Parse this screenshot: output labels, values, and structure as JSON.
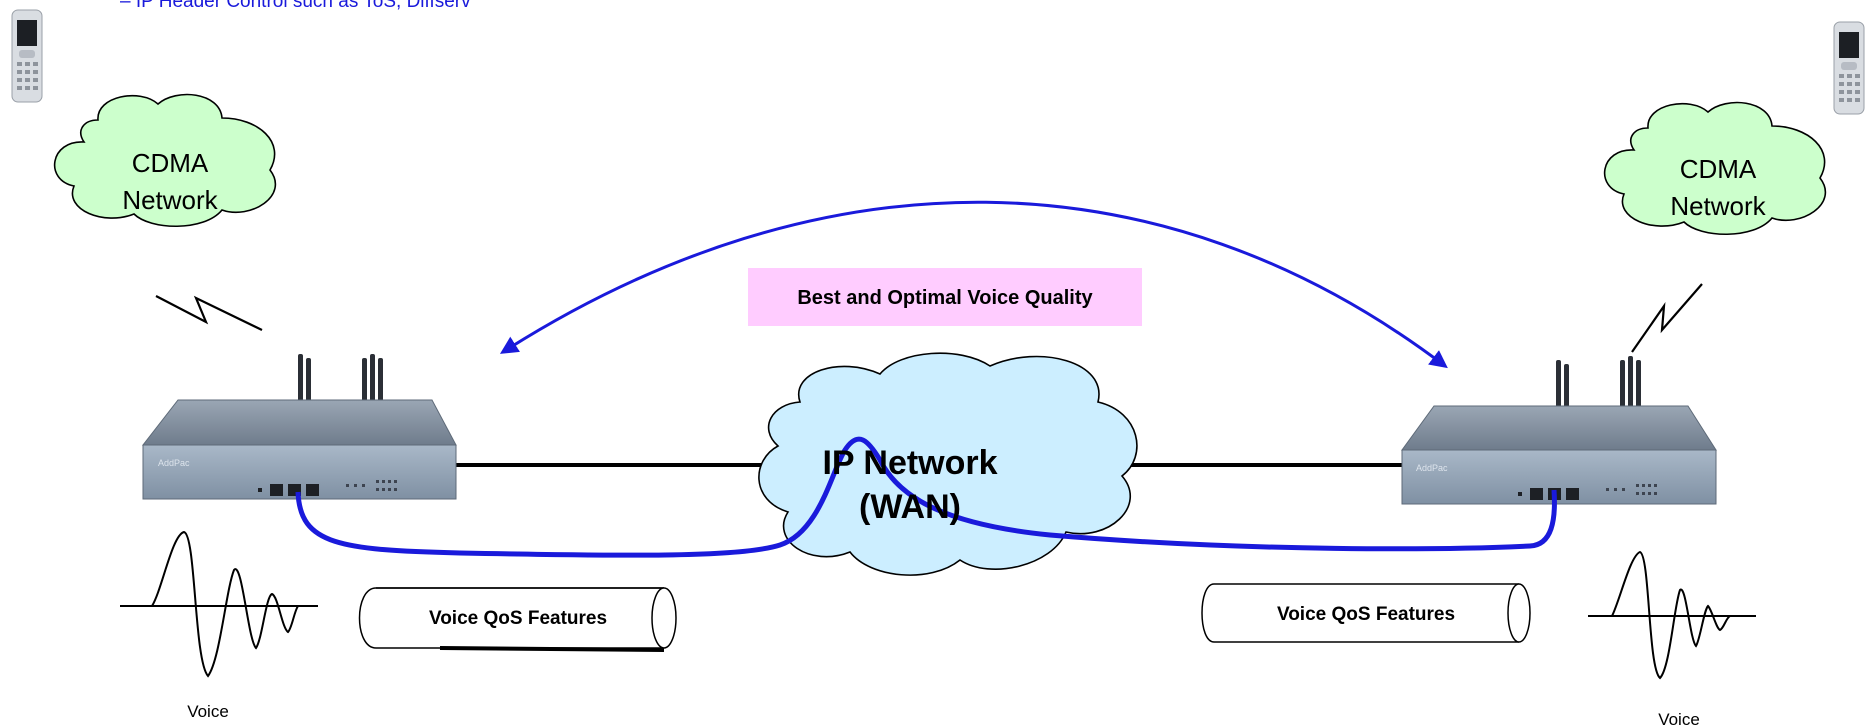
{
  "header": {
    "text": "–  IP Header Control such as ToS, Diffserv"
  },
  "clouds": {
    "left": {
      "line1": "CDMA",
      "line2": "Network"
    },
    "right": {
      "line1": "CDMA",
      "line2": "Network"
    },
    "center": {
      "line1": "IP Network",
      "line2": "(WAN)"
    }
  },
  "quality_label": "Best and Optimal Voice Quality",
  "qos_left": "Voice QoS Features",
  "qos_right": "Voice QoS Features",
  "voice_left": "Voice",
  "voice_right": "Voice",
  "gateway_brand": "AddPac",
  "colors": {
    "cdma_cloud": "#ccffcc",
    "ip_cloud": "#cceeff",
    "link_blue": "#1a1adb",
    "label_bg": "#ffccff",
    "gateway_body": "#8a9aaa"
  }
}
